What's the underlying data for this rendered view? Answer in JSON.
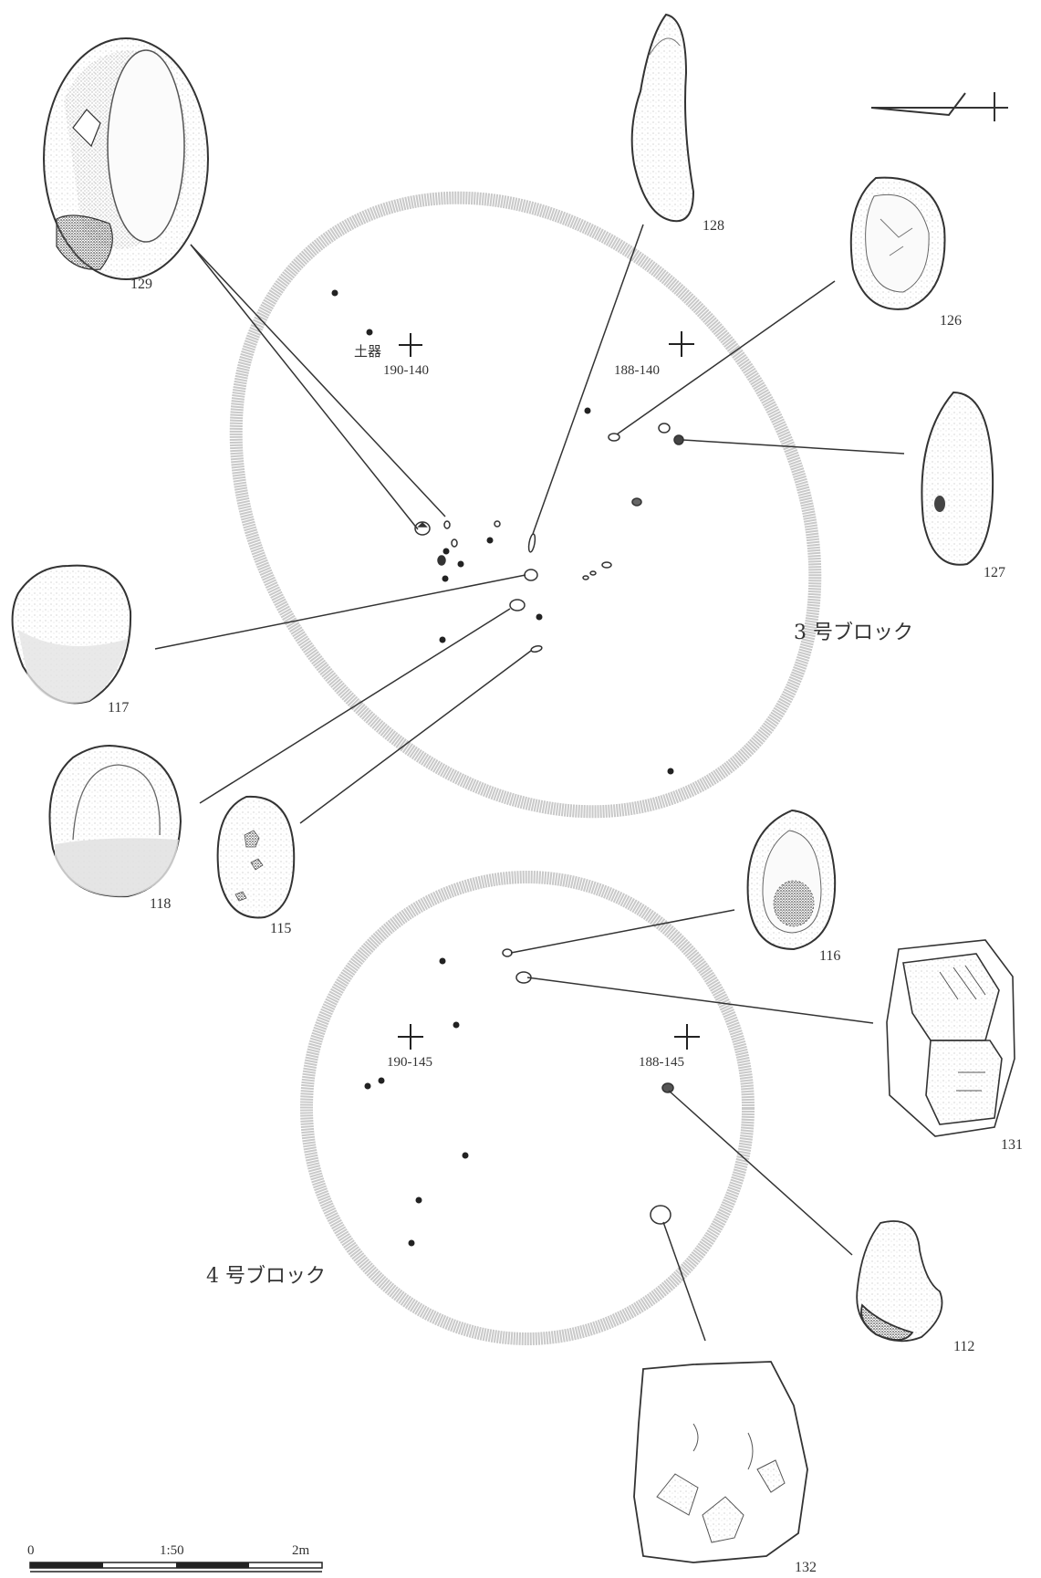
{
  "blocks": {
    "b3": "3 号ブロック",
    "b4": "4 号ブロック"
  },
  "pottery_label": "土器",
  "grid_points": {
    "g1": "190-140",
    "g2": "188-140",
    "g3": "190-145",
    "g4": "188-145"
  },
  "artifact_numbers": {
    "a129": "129",
    "a128": "128",
    "a126": "126",
    "a127": "127",
    "a117": "117",
    "a118": "118",
    "a115": "115",
    "a116": "116",
    "a131": "131",
    "a112": "112",
    "a132": "132"
  },
  "scale_bar": {
    "start": "0",
    "ratio": "1:50",
    "end": "2m"
  }
}
